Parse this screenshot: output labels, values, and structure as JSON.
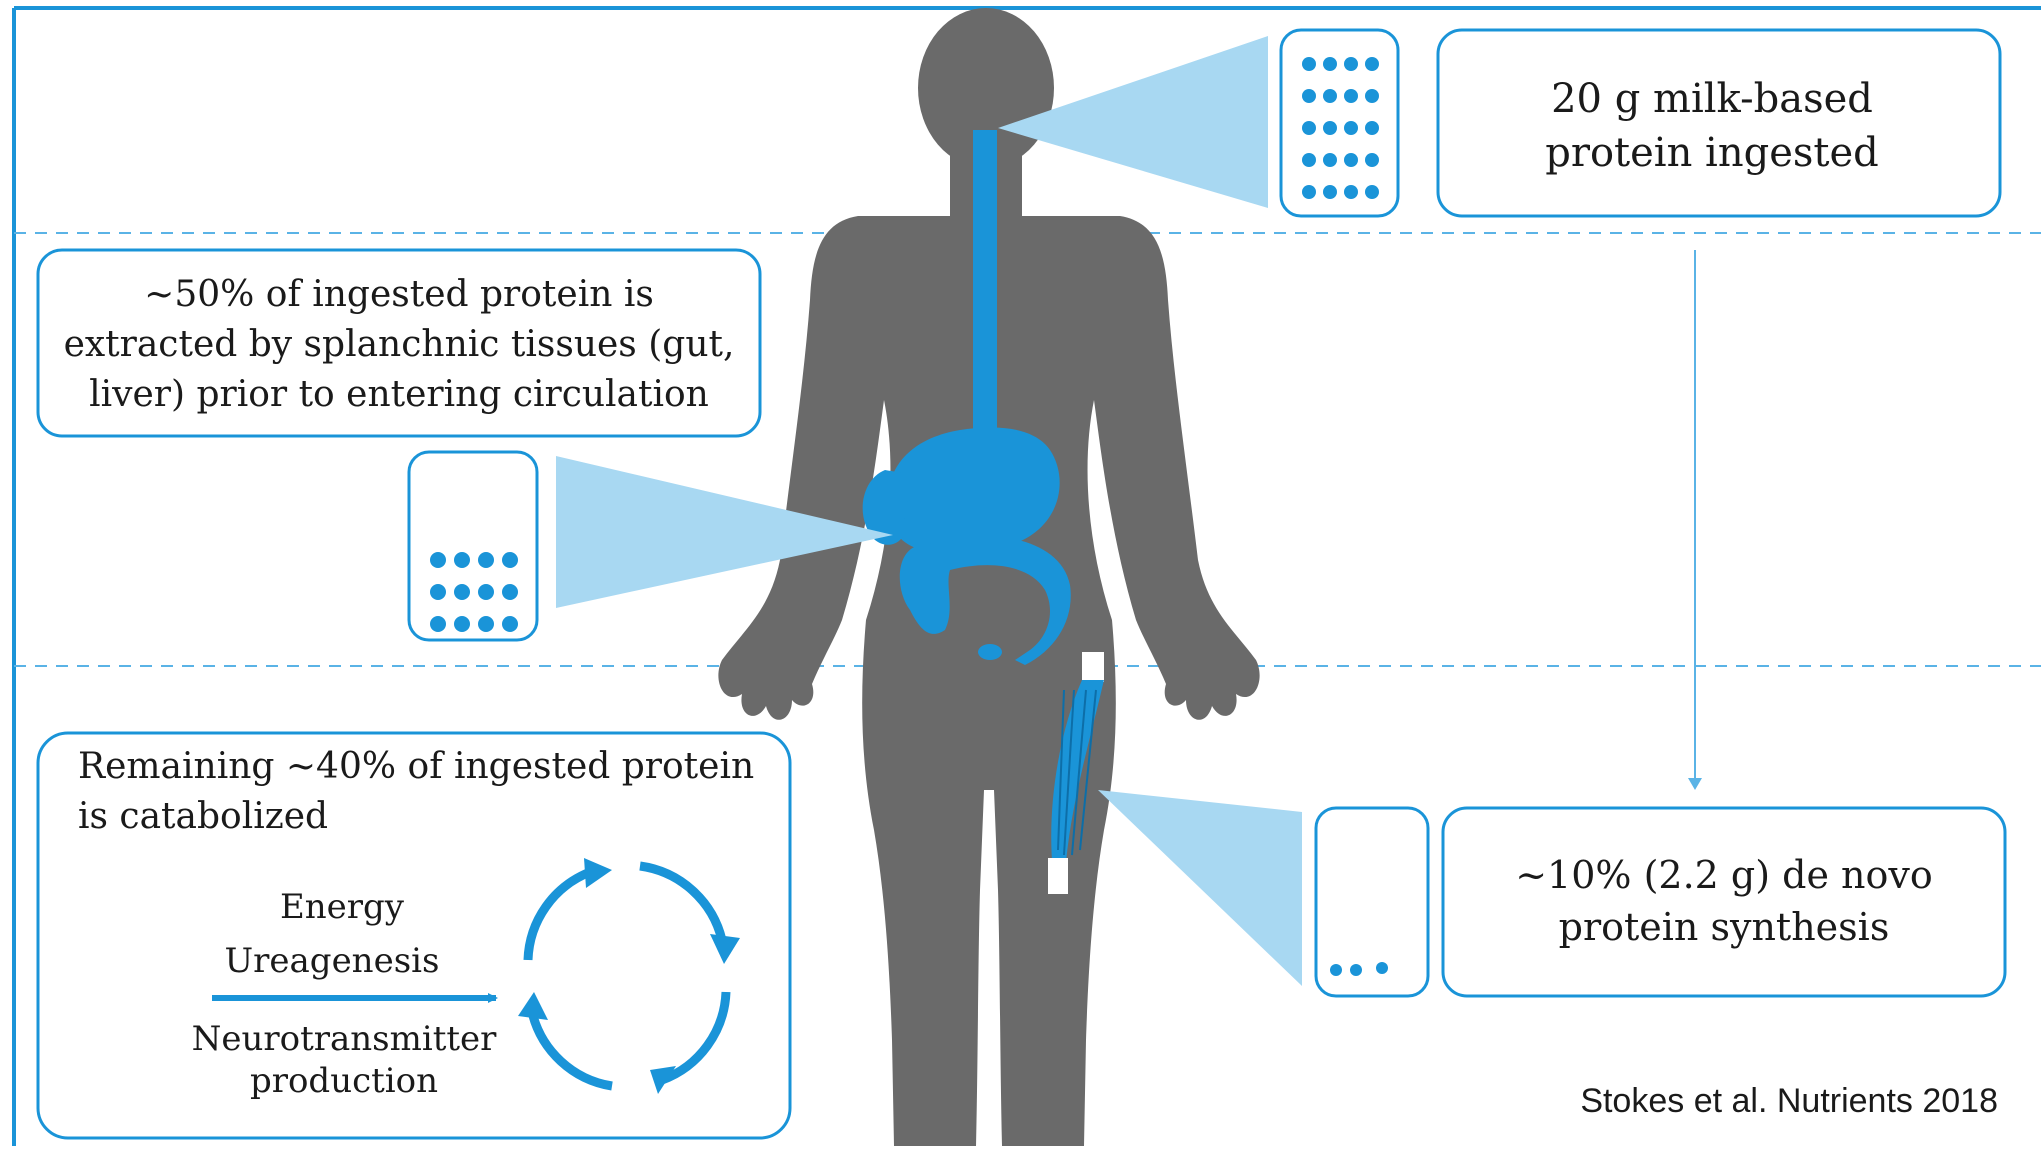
{
  "colors": {
    "frame": "#1a94d8",
    "body": "#6a6a6a",
    "organ": "#1a94d8",
    "cone": "#a8d8f2",
    "dot": "#1a94d8",
    "text": "#1a1a1a"
  },
  "ingested": {
    "line1": "20 g milk-based",
    "line2": "protein ingested"
  },
  "splanchnic": {
    "line1": "~50% of ingested protein is",
    "line2": "extracted by splanchnic tissues (gut,",
    "line3": "liver) prior to entering circulation"
  },
  "catabolized": {
    "line1": "Remaining ~40% of ingested protein",
    "line2": "is catabolized",
    "fate1": "Energy",
    "fate2": "Ureagenesis",
    "fate3": "Neurotransmitter",
    "fate4": "production"
  },
  "synthesis": {
    "line1": "~10% (2.2 g) de novo",
    "line2": "protein synthesis"
  },
  "citation": "Stokes et al. Nutrients 2018"
}
